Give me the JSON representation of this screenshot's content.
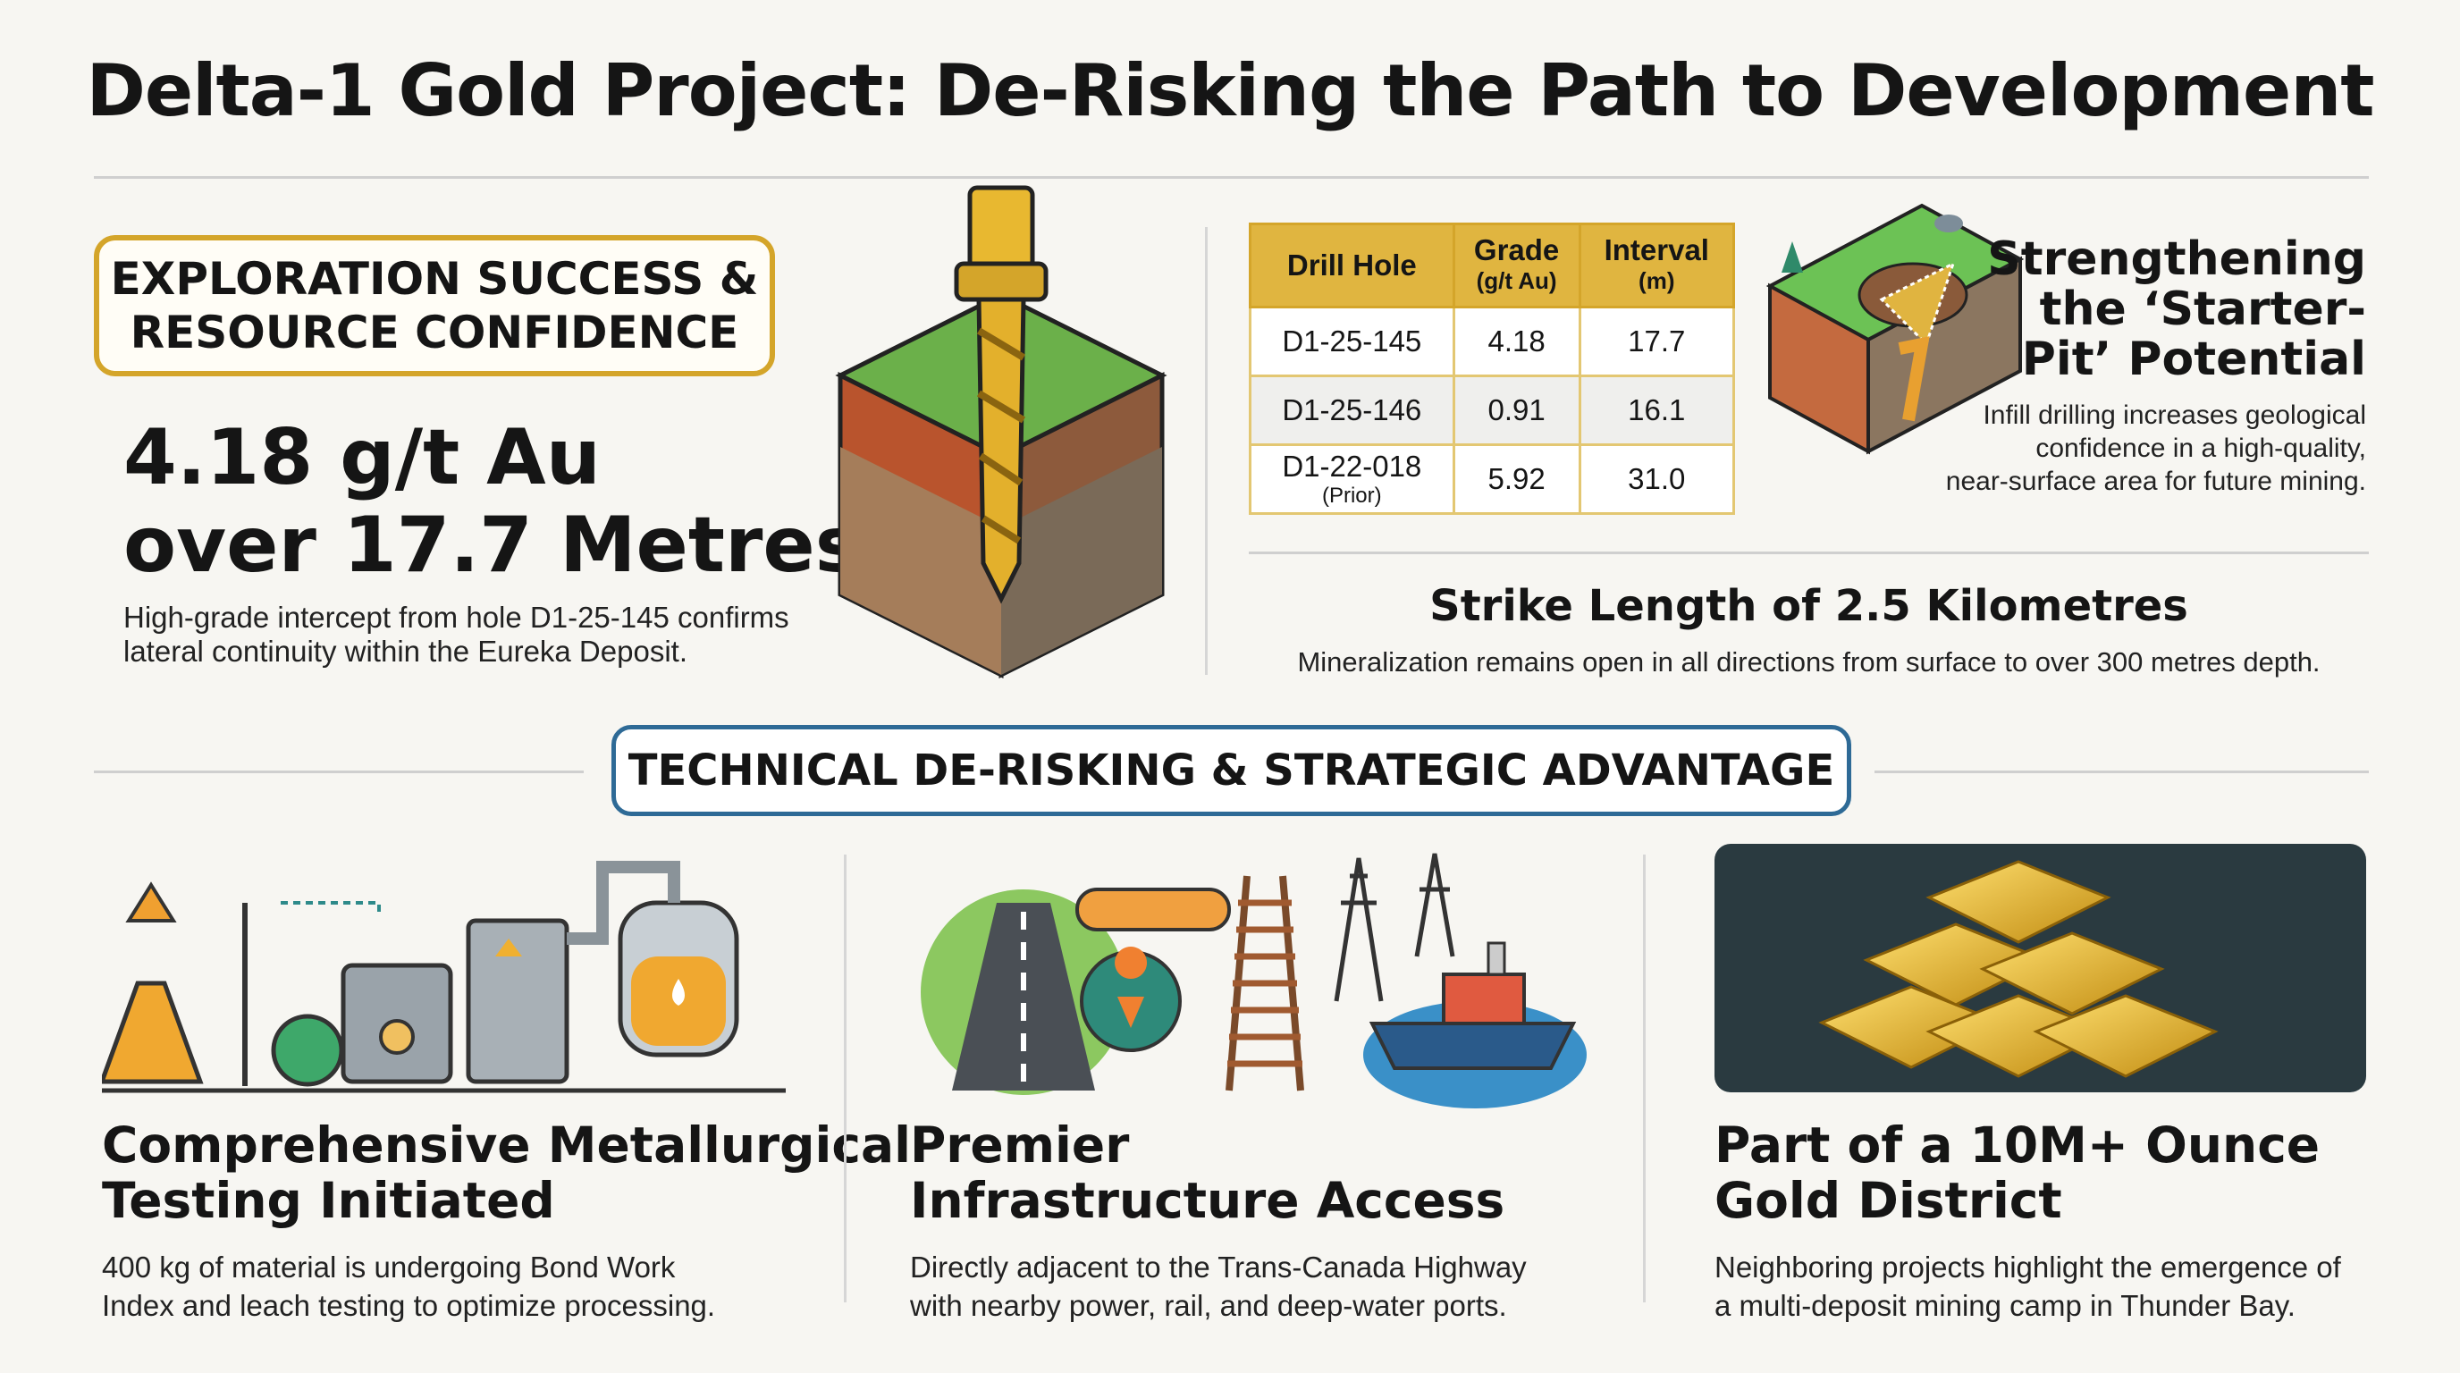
{
  "title": "Delta-1 Gold Project: De-Risking the Path to Development",
  "exploration": {
    "badge_line1": "EXPLORATION SUCCESS &",
    "badge_line2": "RESOURCE CONFIDENCE",
    "stat_line1": "4.18 g/t Au",
    "stat_line2": "over 17.7 Metres",
    "desc_line1": "High-grade intercept from hole D1-25-145 confirms",
    "desc_line2": "lateral continuity within the Eureka Deposit."
  },
  "table": {
    "headers": [
      {
        "main": "Drill Hole",
        "sub": ""
      },
      {
        "main": "Grade",
        "sub": "(g/t Au)"
      },
      {
        "main": "Interval",
        "sub": "(m)"
      }
    ],
    "rows": [
      {
        "hole": "D1-25-145",
        "note": "",
        "grade": "4.18",
        "interval": "17.7"
      },
      {
        "hole": "D1-25-146",
        "note": "",
        "grade": "0.91",
        "interval": "16.1"
      },
      {
        "hole": "D1-22-018",
        "note": "(Prior)",
        "grade": "5.92",
        "interval": "31.0"
      }
    ]
  },
  "starter_pit": {
    "title_line1": "Strengthening",
    "title_line2": "the ‘Starter-",
    "title_line3": "Pit’ Potential",
    "desc_line1": "Infill drilling increases geological",
    "desc_line2": "confidence in a high-quality,",
    "desc_line3": "near-surface area for future mining."
  },
  "strike": {
    "title": "Strike Length of 2.5 Kilometres",
    "desc": "Mineralization remains open in all directions from surface to over 300 metres depth."
  },
  "section_title": "TECHNICAL DE-RISKING & STRATEGIC ADVANTAGE",
  "columns": [
    {
      "title_line1": "Comprehensive Metallurgical",
      "title_line2": "Testing Initiated",
      "desc_line1": "400 kg of material is undergoing Bond Work",
      "desc_line2": "Index and leach testing to optimize processing.",
      "icon": "lab-equipment-icon"
    },
    {
      "title_line1": "Premier",
      "title_line2": "Infrastructure Access",
      "desc_line1": "Directly adjacent to the Trans-Canada Highway",
      "desc_line2": "with nearby power, rail, and deep-water ports.",
      "icon": "infrastructure-icon"
    },
    {
      "title_line1": "Part of a 10M+ Ounce",
      "title_line2": "Gold District",
      "desc_line1": "Neighboring projects highlight the emergence of",
      "desc_line2": "a multi-deposit mining camp in Thunder Bay.",
      "icon": "gold-bars-icon"
    }
  ],
  "colors": {
    "gold": "#d4a52a",
    "blue": "#2e6a96",
    "dark": "#2a3a40"
  }
}
